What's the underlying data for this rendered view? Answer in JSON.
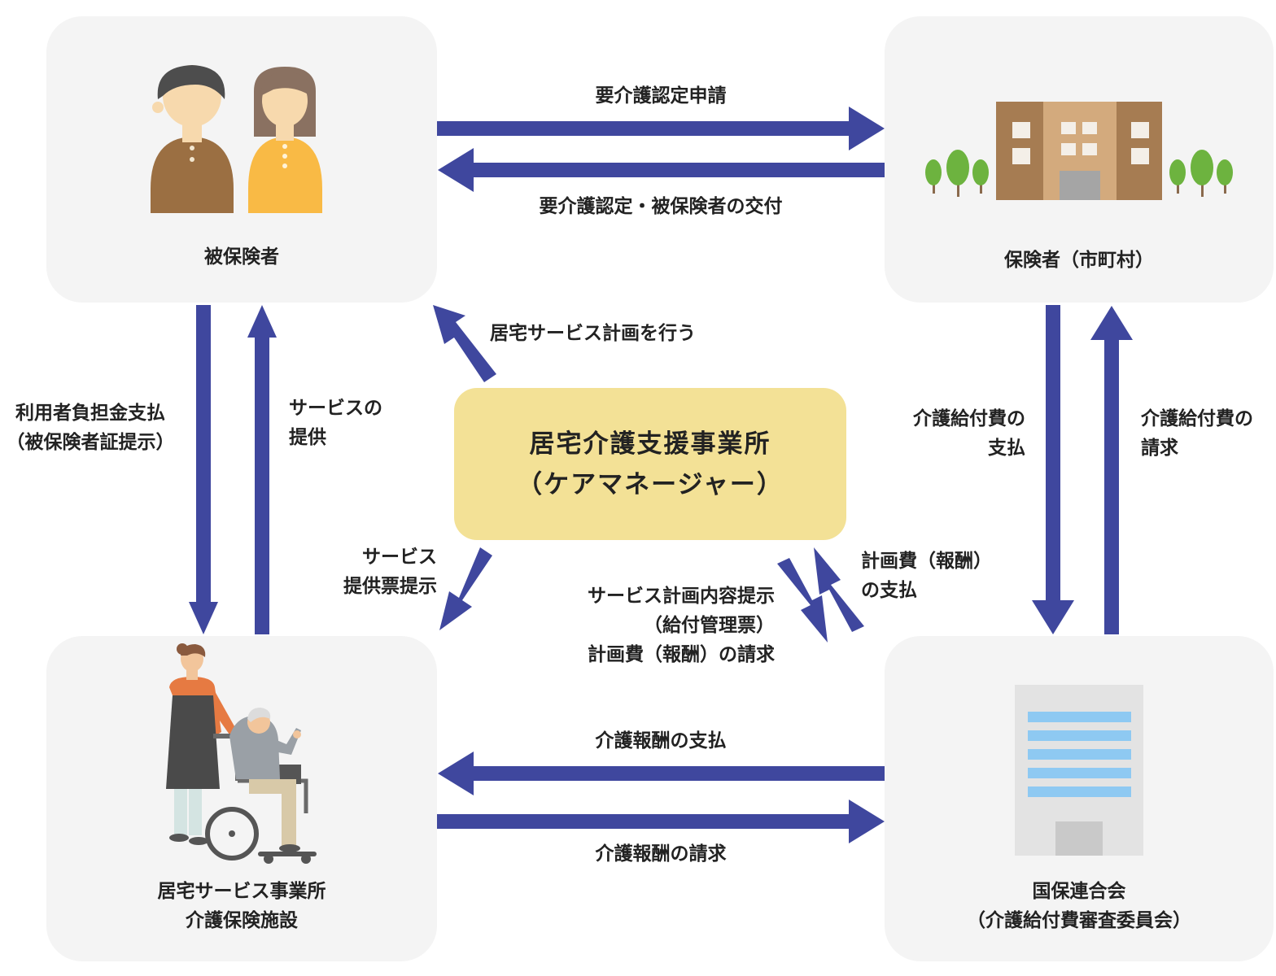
{
  "nodes": {
    "insured": {
      "label": "被保険者"
    },
    "insurer": {
      "label": "保険者（市町村）"
    },
    "care_manager": {
      "line1": "居宅介護支援事業所",
      "line2": "（ケアマネージャー）"
    },
    "provider": {
      "line1": "居宅サービス事業所",
      "line2": "介護保険施設"
    },
    "kokuho": {
      "line1": "国保連合会",
      "line2": "（介護給付費審査委員会）"
    }
  },
  "flows": {
    "care_cert_application": "要介護認定申請",
    "care_cert_issue": "要介護認定・被保険者の交付",
    "user_payment": {
      "line1": "利用者負担金支払",
      "line2": "（被保険者証提示）"
    },
    "service_provision": {
      "line1": "サービスの",
      "line2": "提供"
    },
    "care_plan": "居宅サービス計画を行う",
    "voucher_presentation": {
      "line1": "サービス",
      "line2": "提供票提示"
    },
    "plan_submission": {
      "line1": "サービス計画内容提示",
      "line2": "（給付管理票）",
      "line3": "計画費（報酬）の請求"
    },
    "plan_fee_payment": {
      "line1": "計画費（報酬）",
      "line2": "の支払"
    },
    "benefit_payment": {
      "line1": "介護給付費の",
      "line2": "支払"
    },
    "benefit_claim": {
      "line1": "介護給付費の",
      "line2": "請求"
    },
    "fee_payment": "介護報酬の支払",
    "fee_claim": "介護報酬の請求"
  },
  "colors": {
    "arrow": "#3f479e",
    "box": "#f4f4f4",
    "center": "#f3e196"
  }
}
